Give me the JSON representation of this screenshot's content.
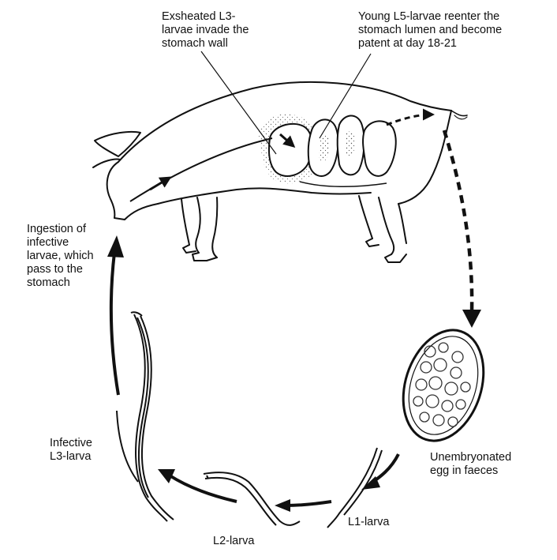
{
  "labels": {
    "exsheated": "Exsheated L3-\nlarvae invade the\nstomach wall",
    "young_l5": "Young L5-larvae reenter the\nstomach lumen and become\npatent at day 18-21",
    "ingestion": "Ingestion of\ninfective\nlarvae, which\npass to the\nstomach",
    "infective_l3": "Infective\nL3-larva",
    "egg": "Unembryonated\negg in faeces",
    "l1": "L1-larva",
    "l2": "L2-larva"
  },
  "colors": {
    "ink": "#111111",
    "paper": "#ffffff",
    "stipple": "#555555"
  },
  "icons": [
    "pig-illustration",
    "egg-illustration",
    "larva-illustration"
  ]
}
